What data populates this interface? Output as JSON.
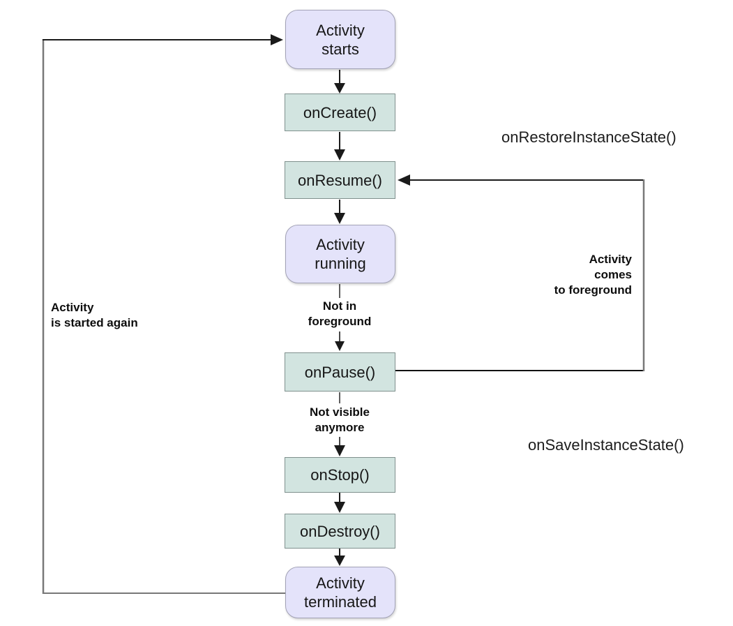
{
  "diagram": {
    "type": "flowchart",
    "subject": "android-activity-lifecycle"
  },
  "nodes": {
    "activity_starts": {
      "label": "Activity\nstarts",
      "kind": "state"
    },
    "on_create": {
      "label": "onCreate()",
      "kind": "callback"
    },
    "on_resume": {
      "label": "onResume()",
      "kind": "callback"
    },
    "activity_running": {
      "label": "Activity\nrunning",
      "kind": "state"
    },
    "on_pause": {
      "label": "onPause()",
      "kind": "callback"
    },
    "on_stop": {
      "label": "onStop()",
      "kind": "callback"
    },
    "on_destroy": {
      "label": "onDestroy()",
      "kind": "callback"
    },
    "activity_terminated": {
      "label": "Activity\nterminated",
      "kind": "state"
    }
  },
  "edge_labels": {
    "not_in_foreground": "Not in\nforeground",
    "not_visible_anymore": "Not visible\nanymore",
    "activity_comes_to_foreground": "Activity\ncomes\nto foreground",
    "activity_is_started_again": "Activity\nis started again"
  },
  "side_labels": {
    "on_restore_instance_state": "onRestoreInstanceState()",
    "on_save_instance_state": "onSaveInstanceState()"
  },
  "edges": [
    {
      "from": "activity_starts",
      "to": "on_create"
    },
    {
      "from": "on_create",
      "to": "on_resume"
    },
    {
      "from": "on_resume",
      "to": "activity_running"
    },
    {
      "from": "activity_running",
      "to": "on_pause",
      "label": "Not in\nforeground"
    },
    {
      "from": "on_pause",
      "to": "on_stop",
      "label": "Not visible\nanymore"
    },
    {
      "from": "on_stop",
      "to": "on_destroy"
    },
    {
      "from": "on_destroy",
      "to": "activity_terminated"
    },
    {
      "from": "on_pause",
      "to": "on_resume",
      "label": "Activity\ncomes\nto foreground",
      "via": "right-loop"
    },
    {
      "from": "activity_terminated",
      "to": "activity_starts",
      "label": "Activity\nis started again",
      "via": "left-loop"
    }
  ],
  "colors": {
    "state_fill": "#e4e3fa",
    "state_border": "#a2a2b6",
    "callback_fill": "#d2e4e0",
    "callback_border": "#7f908d",
    "edge_black": "#1a1a1a",
    "edge_gray": "#787878",
    "text": "#161616",
    "background": "#ffffff"
  }
}
